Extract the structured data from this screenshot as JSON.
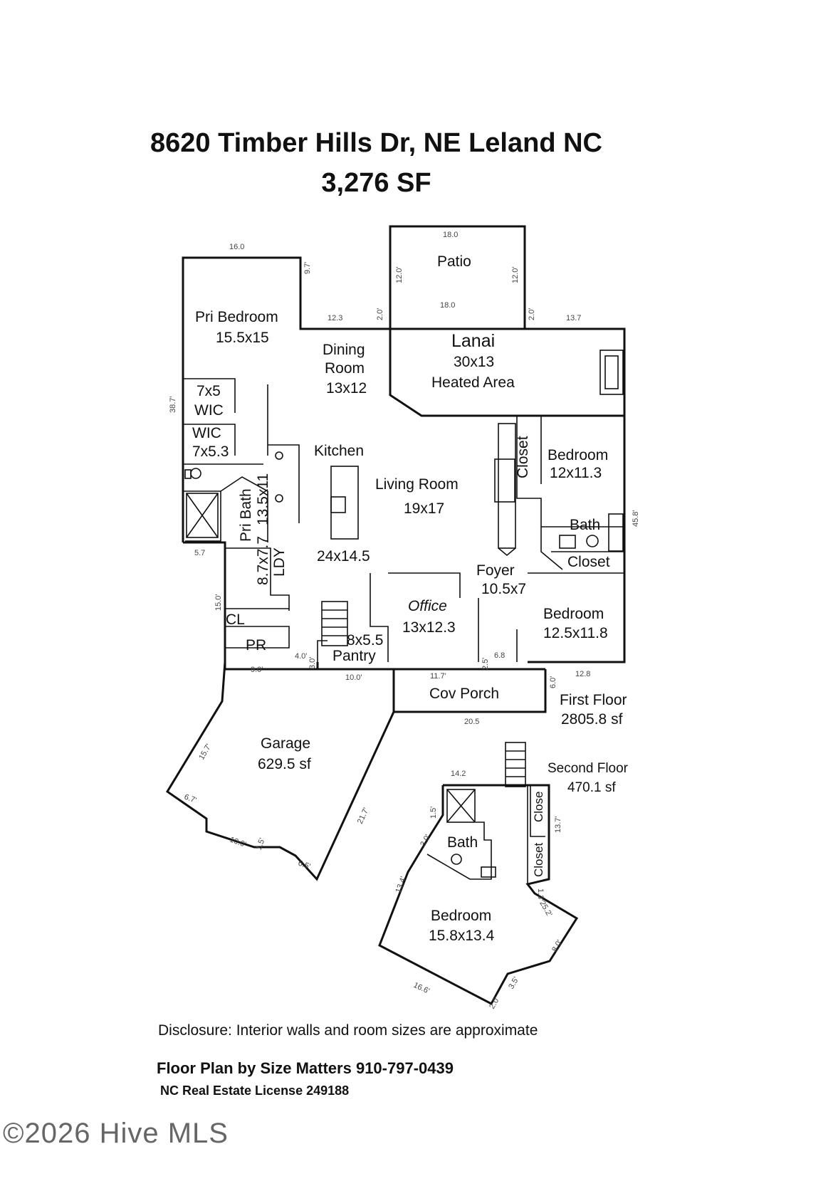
{
  "header": {
    "address": "8620 Timber Hills Dr, NE Leland NC",
    "total_sf": "3,276 SF"
  },
  "rooms": {
    "patio": "Patio",
    "pri_bedroom": "Pri Bedroom",
    "pri_bedroom_size": "15.5x15",
    "dining": "Dining",
    "dining2": "Room",
    "dining_size": "13x12",
    "lanai": "Lanai",
    "lanai_size": "30x13",
    "lanai_note": "Heated Area",
    "wic1_size": "7x5",
    "wic1": "WIC",
    "wic2": "WIC",
    "wic2_size": "7x5.3",
    "kitchen": "Kitchen",
    "living": "Living Room",
    "living_size": "19x17",
    "closet1": "Closet",
    "bedroom1": "Bedroom",
    "bedroom1_size": "12x11.3",
    "pri_bath": "Pri Bath",
    "pri_bath_size": "13.5x11",
    "bath1": "Bath",
    "closet2": "Closet",
    "kitchen_size": "24x14.5",
    "ldy": "LDY",
    "ldy_size": "8.7x7.7",
    "foyer": "Foyer",
    "foyer_size": "10.5x7",
    "office": "Office",
    "office_size": "13x12.3",
    "bedroom2": "Bedroom",
    "bedroom2_size": "12.5x11.8",
    "cl": "CL",
    "pantry_size": "8x5.5",
    "pantry": "Pantry",
    "pr": "PR",
    "cov_porch": "Cov Porch",
    "first_floor": "First Floor",
    "first_floor_sf": "2805.8 sf",
    "garage": "Garage",
    "garage_sf": "629.5 sf",
    "second_floor": "Second Floor",
    "second_floor_sf": "470.1 sf",
    "bath2": "Bath",
    "closet3": "Close",
    "closet4": "Closet",
    "bedroom3": "Bedroom",
    "bedroom3_size": "15.8x13.4"
  },
  "dimensions": {
    "d_16": "16.0",
    "d_18a": "18.0",
    "d_18b": "18.0",
    "d_12a": "12.0'",
    "d_12b": "12.0'",
    "d_97": "9.7'",
    "d_123": "12.3",
    "d_20a": "2.0'",
    "d_20b": "2.0'",
    "d_137a": "13.7",
    "d_387": "38.7'",
    "d_458": "45.8'",
    "d_57": "5.7",
    "d_150": "15.0'",
    "d_90": "9.0'",
    "d_40": "4.0'",
    "d_30a": "3.0'",
    "d_100a": "10.0'",
    "d_117": "11.7'",
    "d_25": "2.5'",
    "d_68": "6.8",
    "d_60": "6.0'",
    "d_128": "12.8",
    "d_205": "20.5",
    "d_157": "15.7'",
    "d_67": "6.7'",
    "d_100b": "10.0'",
    "d_15": "1.5'",
    "d_65": "6.5'",
    "d_217": "21.7'",
    "d_142": "14.2",
    "d_137b": "13.7'",
    "d_15b": "1.5'",
    "d_30b": "3.0'",
    "d_134": "13.4'",
    "d_13": "1.3'",
    "d_252": "25.2'",
    "d_80": "8.0'",
    "d_35": "3.5'",
    "d_20c": "2.0'",
    "d_166": "16.6'"
  },
  "footer": {
    "disclosure": "Disclosure: Interior walls and room sizes are approximate",
    "floor_plan_by": "Floor Plan by Size Matters 910-797-0439",
    "license": "NC Real Estate License 249188",
    "watermark": "©2026 Hive MLS"
  }
}
